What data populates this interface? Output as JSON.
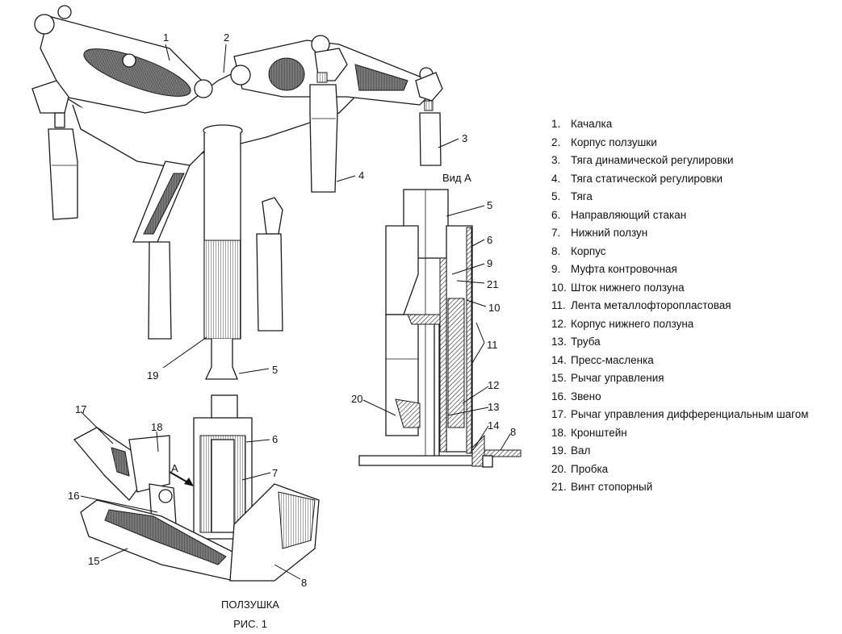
{
  "figure": {
    "title": "ПОЛЗУШКА",
    "number": "РИС. 1",
    "view_label": "Вид А",
    "arrow_label": "А"
  },
  "legend": [
    {
      "num": "1.",
      "text": "Качалка"
    },
    {
      "num": "2.",
      "text": "Корпус ползушки"
    },
    {
      "num": "3.",
      "text": "Тяга динамической регулировки"
    },
    {
      "num": "4.",
      "text": "Тяга статической регулировки"
    },
    {
      "num": "5.",
      "text": "Тяга"
    },
    {
      "num": "6.",
      "text": "Направляющий стакан"
    },
    {
      "num": "7.",
      "text": "Нижний ползун"
    },
    {
      "num": "8.",
      "text": "Корпус"
    },
    {
      "num": "9.",
      "text": "Муфта контровочная"
    },
    {
      "num": "10.",
      "text": "Шток нижнего ползуна"
    },
    {
      "num": "11.",
      "text": "Лента металлофторопластовая"
    },
    {
      "num": "12.",
      "text": "Корпус нижнего ползуна"
    },
    {
      "num": "13.",
      "text": "Труба"
    },
    {
      "num": "14.",
      "text": "Пресс-масленка"
    },
    {
      "num": "15.",
      "text": "Рычаг управления"
    },
    {
      "num": "16.",
      "text": "Звено"
    },
    {
      "num": "17.",
      "text": "Рычаг управления дифференциальным шагом"
    },
    {
      "num": "18.",
      "text": "Кронштейн"
    },
    {
      "num": "19.",
      "text": "Вал"
    },
    {
      "num": "20.",
      "text": "Пробка"
    },
    {
      "num": "21.",
      "text": "Винт стопорный"
    }
  ],
  "callouts": {
    "c1": "1",
    "c2": "2",
    "c3": "3",
    "c4": "4",
    "c5_top": "5",
    "c19": "19",
    "c5_va": "5",
    "c6_va": "6",
    "c9": "9",
    "c21": "21",
    "c10": "10",
    "c11": "11",
    "c12": "12",
    "c13": "13",
    "c14": "14",
    "c8_va": "8",
    "c20": "20",
    "c17": "17",
    "c18": "18",
    "c6_bot": "6",
    "c7": "7",
    "c16": "16",
    "c15": "15",
    "c8_bot": "8"
  }
}
